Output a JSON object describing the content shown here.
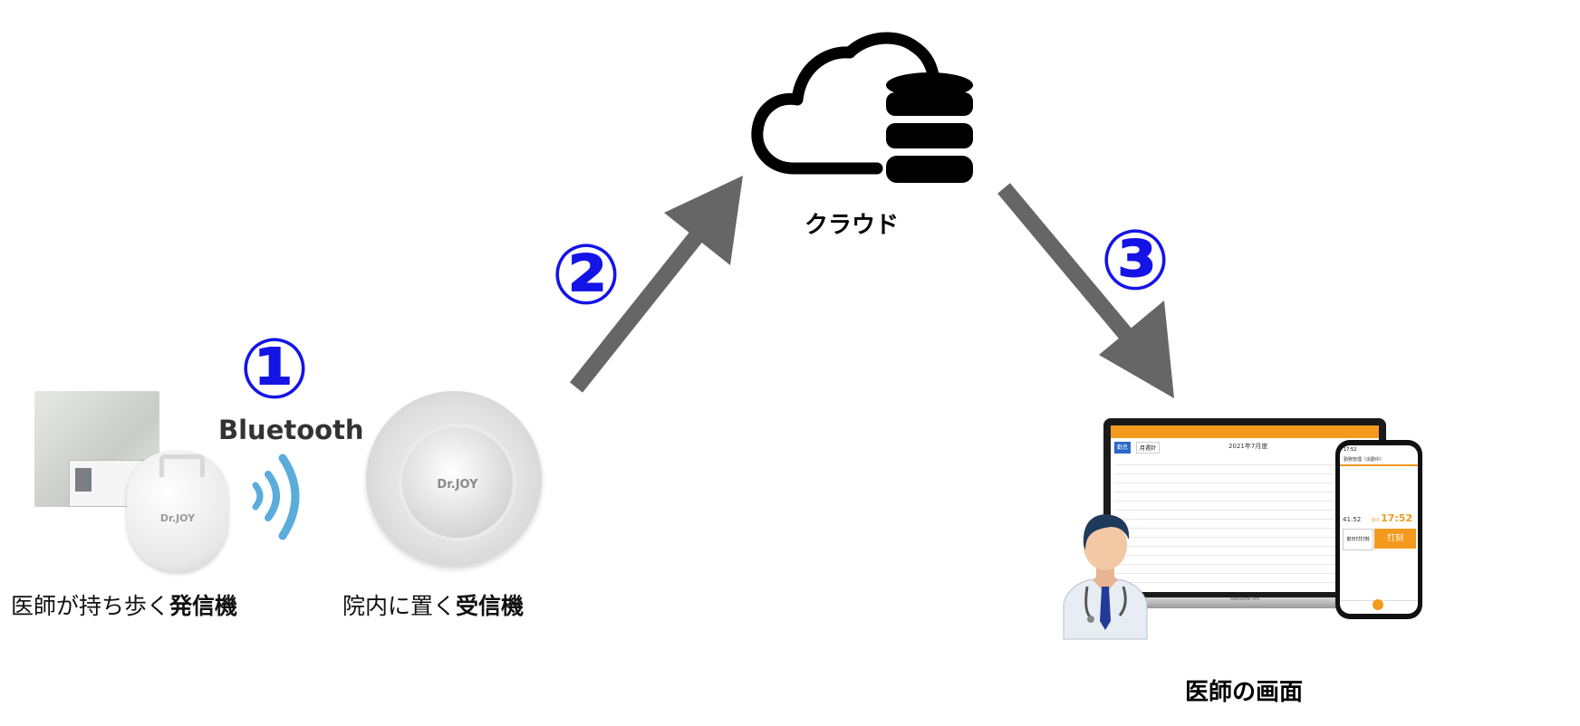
{
  "steps": [
    "①",
    "②",
    "③"
  ],
  "bluetooth_label": "Bluetooth",
  "cloud_label": "クラウド",
  "transmitter_caption": {
    "prefix": "医師が持ち歩く",
    "bold": "発信機"
  },
  "receiver_caption": {
    "prefix": "院内に置く",
    "bold": "受信機"
  },
  "doctor_screen_caption": "医師の画面",
  "brand_text": "Dr.JOY",
  "laptop": {
    "title": "2021年7月度",
    "tabs": [
      "勤怠",
      "月週計"
    ],
    "footer": "MacBook Pro"
  },
  "phone": {
    "status_time": "17:52",
    "header": "勤務管理（出勤中）",
    "clock_small": "41:52",
    "date_small": "8/3",
    "clock_big": "17:52",
    "left_button": "前日付打刻",
    "punch_button": "打刻"
  },
  "colors": {
    "step_number": "#1414e6",
    "arrow": "#666666",
    "bluetooth_waves": "#5aacdb",
    "accent_orange": "#f39a1e",
    "cloud_icon": "#000000"
  },
  "icons": [
    "cloud-database-icon",
    "bluetooth-waves-icon",
    "doctor-avatar-icon"
  ]
}
